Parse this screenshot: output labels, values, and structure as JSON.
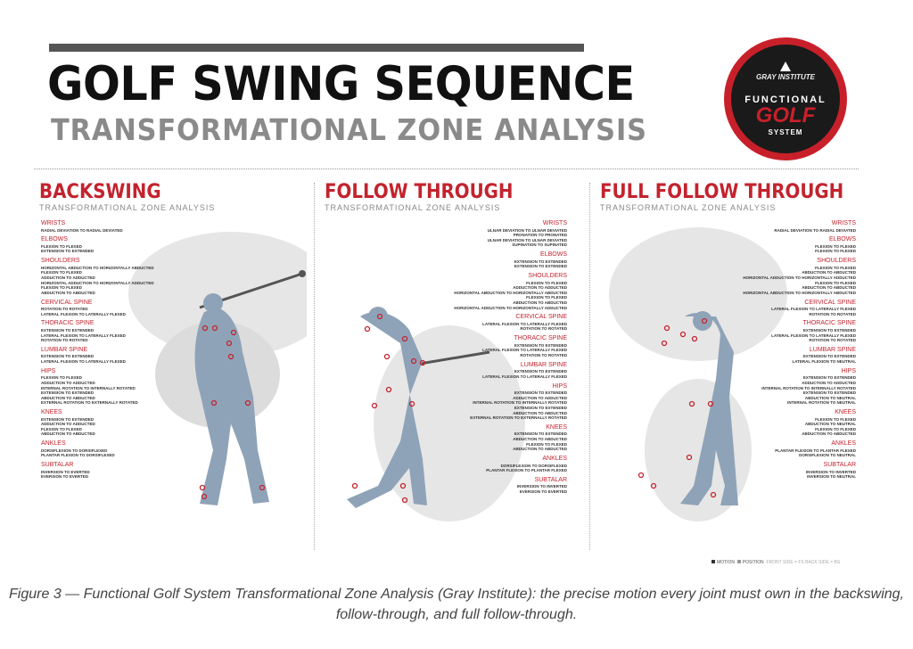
{
  "header": {
    "title": "GOLF SWING SEQUENCE",
    "subtitle": "TRANSFORMATIONAL ZONE ANALYSIS"
  },
  "logo": {
    "brand": "GRAY INSTITUTE",
    "line1": "FUNCTIONAL",
    "line2": "GOLF",
    "line3": "SYSTEM"
  },
  "panels": [
    {
      "title": "BACKSWING",
      "subtitle": "TRANSFORMATIONAL ZONE ANALYSIS",
      "groups": [
        {
          "label": "WRISTS",
          "lines": [
            "RADIAL DEVIATION TO RADIAL DEVIATED"
          ]
        },
        {
          "label": "ELBOWS",
          "lines": [
            "FLEXION TO FLEXED",
            "EXTENSION TO EXTENDED"
          ]
        },
        {
          "label": "SHOULDERS",
          "lines": [
            "HORIZONTAL ABDUCTION TO HORIZONTALLY ABDUCTED",
            "FLEXION TO FLEXED",
            "ADDUCTION TO ADDUCTED",
            "HORIZONTAL ADDUCTION TO HORIZONTALLY ADDUCTED",
            "FLEXION TO FLEXED",
            "ABDUCTION TO ABDUCTED"
          ]
        },
        {
          "label": "CERVICAL SPINE",
          "lines": [
            "ROTATION TO ROTATED",
            "LATERAL FLEXION TO LATERALLY FLEXED"
          ]
        },
        {
          "label": "THORACIC SPINE",
          "lines": [
            "EXTENSION TO EXTENDED",
            "LATERAL FLEXION TO LATERALLY FLEXED",
            "ROTATION TO ROTATED"
          ]
        },
        {
          "label": "LUMBAR SPINE",
          "lines": [
            "EXTENSION TO EXTENDED",
            "LATERAL FLEXION TO LATERALLY FLEXED"
          ]
        },
        {
          "label": "HIPS",
          "lines": [
            "FLEXION TO FLEXED",
            "ADDUCTION TO ADDUCTED",
            "INTERNAL ROTATION TO INTERNALLY ROTATED",
            "EXTENSION TO EXTENDED",
            "ABDUCTION TO ABDUCTED",
            "EXTERNAL ROTATION TO EXTERNALLY ROTATED"
          ]
        },
        {
          "label": "KNEES",
          "lines": [
            "EXTENSION TO EXTENDED",
            "ADDUCTION TO ADDUCTED",
            "FLEXION TO FLEXED",
            "ABDUCTION TO ABDUCTED"
          ]
        },
        {
          "label": "ANKLES",
          "lines": [
            "DORSIFLEXION TO DORSIFLEXED",
            "PLANTAR FLEXION TO DORSIFLEXED"
          ]
        },
        {
          "label": "SUBTALAR",
          "lines": [
            "INVERSION TO EVERTED",
            "EVERSION TO EVERTED"
          ]
        }
      ]
    },
    {
      "title": "FOLLOW THROUGH",
      "subtitle": "TRANSFORMATIONAL ZONE ANALYSIS",
      "groups": [
        {
          "label": "WRISTS",
          "lines": [
            "ULNAR DEVIATION TO ULNAR DEVIATED",
            "PRONATION TO PRONATED",
            "ULNAR DEVIATION TO ULNAR DEVIATED",
            "SUPINATION TO SUPINATED"
          ]
        },
        {
          "label": "ELBOWS",
          "lines": [
            "EXTENSION TO EXTENDED",
            "EXTENSION TO EXTENDED"
          ]
        },
        {
          "label": "SHOULDERS",
          "lines": [
            "FLEXION TO FLEXED",
            "ADDUCTION TO ADDUCTED",
            "HORIZONTAL ABDUCTION TO HORIZONTALLY ABDUCTED",
            "FLEXION TO FLEXED",
            "ABDUCTION TO ABDUCTED",
            "HORIZONTAL ADDUCTION TO HORIZONTALLY ADDUCTED"
          ]
        },
        {
          "label": "CERVICAL SPINE",
          "lines": [
            "LATERAL FLEXION TO LATERALLY FLEXED",
            "ROTATION TO ROTATED"
          ]
        },
        {
          "label": "THORACIC SPINE",
          "lines": [
            "EXTENSION TO EXTENDED",
            "LATERAL FLEXION TO LATERALLY FLEXED",
            "ROTATION TO ROTATED"
          ]
        },
        {
          "label": "LUMBAR SPINE",
          "lines": [
            "EXTENSION TO EXTENDED",
            "LATERAL FLEXION TO LATERALLY FLEXED"
          ]
        },
        {
          "label": "HIPS",
          "lines": [
            "EXTENSION TO EXTENDED",
            "ADDUCTION TO ADDUCTED",
            "INTERNAL ROTATION TO INTERNALLY ROTATED",
            "EXTENSION TO EXTENDED",
            "ABDUCTION TO ABDUCTED",
            "EXTERNAL ROTATION TO EXTERNALLY ROTATED"
          ]
        },
        {
          "label": "KNEES",
          "lines": [
            "EXTENSION TO EXTENDED",
            "ABDUCTION TO ABDUCTED",
            "FLEXION TO FLEXED",
            "ABDUCTION TO ABDUCTED"
          ]
        },
        {
          "label": "ANKLES",
          "lines": [
            "DORSIFLEXION TO DORSIFLEXED",
            "PLANTAR FLEXION TO PLANTAR FLEXED"
          ]
        },
        {
          "label": "SUBTALAR",
          "lines": [
            "INVERSION TO INVERTED",
            "EVERSION TO EVERTED"
          ]
        }
      ]
    },
    {
      "title": "FULL FOLLOW THROUGH",
      "subtitle": "TRANSFORMATIONAL ZONE ANALYSIS",
      "groups": [
        {
          "label": "WRISTS",
          "lines": [
            "RADIAL DEVIATION TO RADIAL DEVIATED"
          ]
        },
        {
          "label": "ELBOWS",
          "lines": [
            "FLEXION TO FLEXED",
            "FLEXION TO FLEXED"
          ]
        },
        {
          "label": "SHOULDERS",
          "lines": [
            "FLEXION TO FLEXED",
            "ABDUCTION TO ABDUCTED",
            "HORIZONTAL ADDUCTION TO HORIZONTALLY ADDUCTED",
            "FLEXION TO FLEXED",
            "ABDUCTION TO ABDUCTED",
            "HORIZONTAL ABDUCTION TO HORIZONTALLY ABDUCTED"
          ]
        },
        {
          "label": "CERVICAL SPINE",
          "lines": [
            "LATERAL FLEXION TO LATERALLY FLEXED",
            "ROTATION TO ROTATED"
          ]
        },
        {
          "label": "THORACIC SPINE",
          "lines": [
            "EXTENSION TO EXTENDED",
            "LATERAL FLEXION TO LATERALLY FLEXED",
            "ROTATION TO ROTATED"
          ]
        },
        {
          "label": "LUMBAR SPINE",
          "lines": [
            "EXTENSION TO EXTENDED",
            "LATERAL FLEXION TO NEUTRAL"
          ]
        },
        {
          "label": "HIPS",
          "lines": [
            "EXTENSION TO EXTENDED",
            "ADDUCTION TO ADDUCTED",
            "INTERNAL ROTATION TO INTERNALLY ROTATED",
            "EXTENSION TO EXTENDED",
            "ABDUCTION TO NEUTRAL",
            "INTERNAL ROTATION TO NEUTRAL"
          ]
        },
        {
          "label": "KNEES",
          "lines": [
            "FLEXION TO FLEXED",
            "ABDUCTION TO NEUTRAL",
            "FLEXION TO FLEXED",
            "ABDUCTION TO ABDUCTED"
          ]
        },
        {
          "label": "ANKLES",
          "lines": [
            "PLANTAR FLEXION TO PLANTAR FLEXED",
            "DORSIFLEXION TO NEUTRAL"
          ]
        },
        {
          "label": "SUBTALAR",
          "lines": [
            "INVERSION TO INVERTED",
            "INVERSION TO NEUTRAL"
          ]
        }
      ]
    }
  ],
  "legend": {
    "motion": "MOTION",
    "position": "POSITION",
    "note": "FRONT SIDE = FS   BACK SIDE = BS"
  },
  "caption": "Figure 3 — Functional Golf System Transformational Zone Analysis (Gray Institute): the precise motion every joint must own in the backswing, follow-through, and full follow-through.",
  "colors": {
    "accent_red": "#c3232e",
    "figure_blue": "#8fa3b8",
    "shadow_gray": "#d9d9d9"
  }
}
